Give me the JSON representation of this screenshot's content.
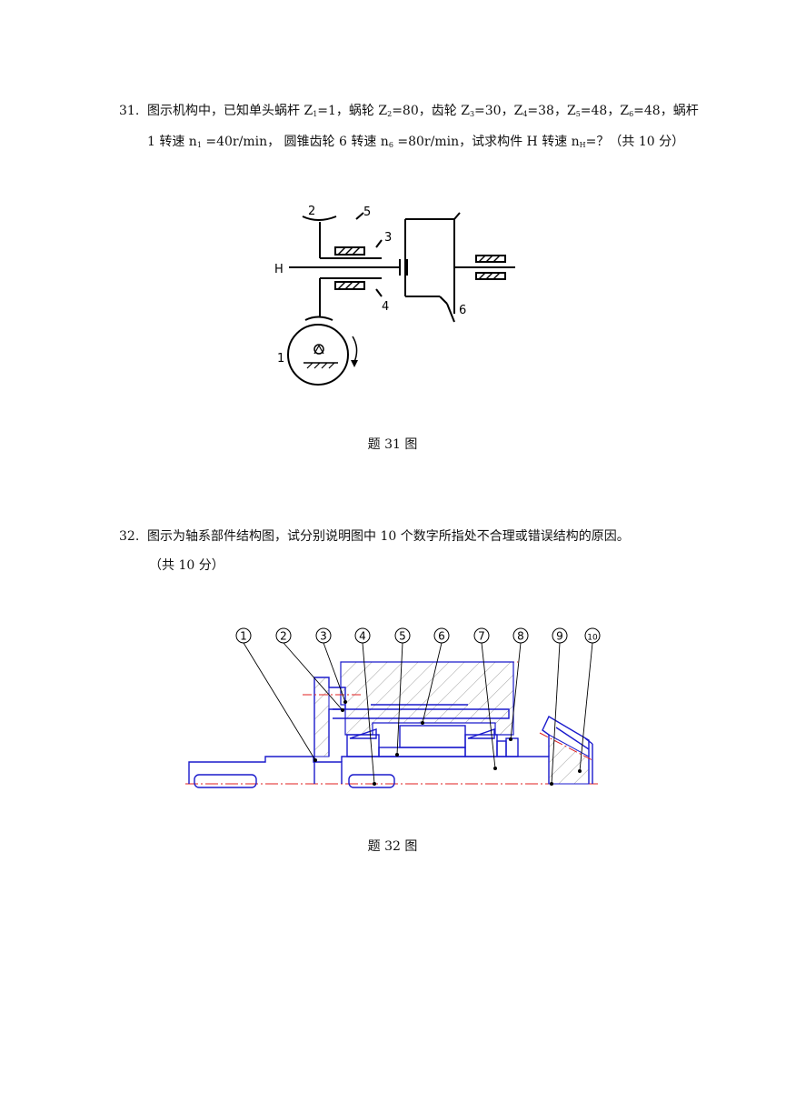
{
  "q31": {
    "number": "31.",
    "line1": [
      {
        "t": "图示机构中，已知单头蜗杆 Z"
      },
      {
        "sub": "1"
      },
      {
        "t": "=1，蜗轮 Z"
      },
      {
        "sub": "2"
      },
      {
        "t": "=80，齿轮 Z"
      },
      {
        "sub": "3"
      },
      {
        "t": "=30，Z"
      },
      {
        "sub": "4"
      },
      {
        "t": "=38，Z"
      },
      {
        "sub": "5"
      },
      {
        "t": "=48，Z"
      },
      {
        "sub": "6"
      },
      {
        "t": "=48，蜗杆"
      }
    ],
    "line2": [
      {
        "t": "1 转速 n"
      },
      {
        "sub": "1"
      },
      {
        "t": " =40r/min，  圆锥齿轮 6 转速 n"
      },
      {
        "sub": "6"
      },
      {
        "t": " =80r/min，试求构件 H 转速 n"
      },
      {
        "sub": "H"
      },
      {
        "t": "=？（共 10 分）"
      }
    ],
    "caption": "题 31 图",
    "figure_labels": {
      "l1": "1",
      "l2": "2",
      "l3": "3",
      "l4": "4",
      "l5": "5",
      "l6": "6",
      "lH": "H"
    }
  },
  "q32": {
    "number": "32.",
    "line1": "图示为轴系部件结构图，试分别说明图中 10 个数字所指处不合理或错误结构的原因。",
    "line2": "（共 10 分）",
    "caption": "题 32 图",
    "callouts": [
      "1",
      "2",
      "3",
      "4",
      "5",
      "6",
      "7",
      "8",
      "9",
      "10"
    ]
  },
  "colors": {
    "drawing_blue": "#1a1acc",
    "center_red": "#e02020",
    "ink": "#000000"
  }
}
